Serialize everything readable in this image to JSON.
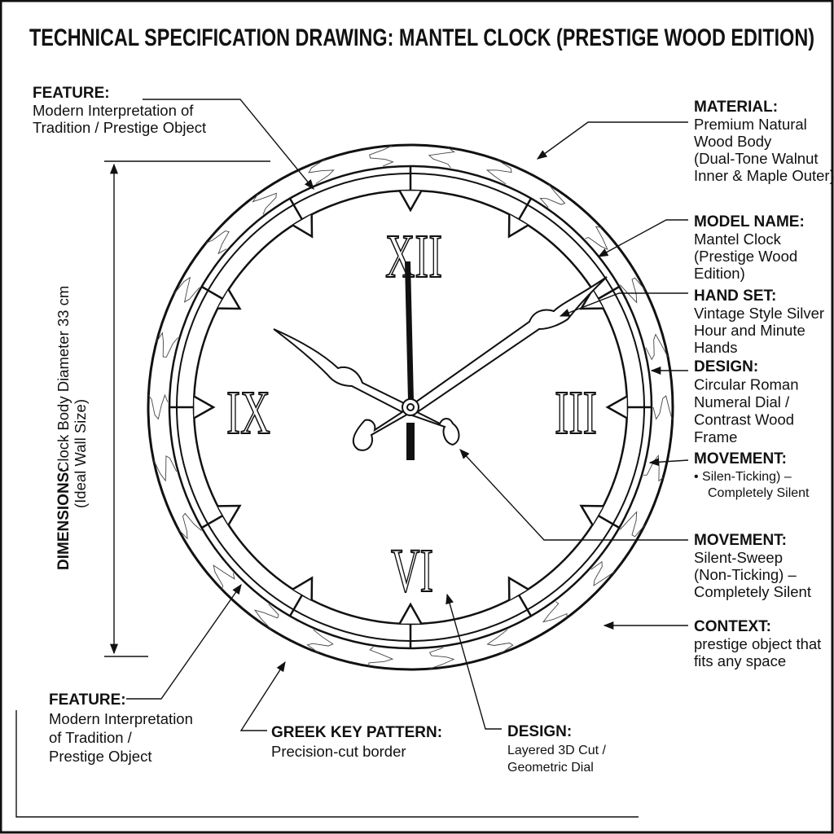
{
  "title": "TECHNICAL SPECIFICATION DRAWING: MANTEL CLOCK (PRESTIGE WOOD EDITION)",
  "numerals": [
    "XII",
    "III",
    "VI",
    "IX"
  ],
  "callouts": {
    "feature_top": {
      "heading": "FEATURE:",
      "lines": [
        "Modern Interpretation of",
        "Tradition / Prestige Object"
      ]
    },
    "material": {
      "heading": "MATERIAL:",
      "lines": [
        "Premium Natural",
        "Wood Body",
        "(Dual-Tone Walnut",
        "Inner & Maple Outer)"
      ]
    },
    "model_name": {
      "heading": "MODEL NAME:",
      "lines": [
        "Mantel Clock",
        "(Prestige Wood",
        "Edition)"
      ]
    },
    "hand_set": {
      "heading": "HAND SET:",
      "lines": [
        "Vintage Style Silver",
        "Hour and Minute",
        "Hands"
      ]
    },
    "design_right": {
      "heading": "DESIGN:",
      "lines": [
        "Circular Roman",
        "Numeral Dial /",
        "Contrast Wood",
        "Frame"
      ]
    },
    "movement_1": {
      "heading": "MOVEMENT:",
      "lines": [
        "•  Silen-Ticking) –",
        "Completely Silent"
      ]
    },
    "movement_2": {
      "heading": "MOVEMENT:",
      "lines": [
        "Silent-Sweep",
        "(Non-Ticking) –",
        "Completely Silent"
      ]
    },
    "context": {
      "heading": "CONTEXT:",
      "lines": [
        "prestige object that",
        "fits any space"
      ]
    },
    "dimensions": {
      "heading": "DIMENSIONS:",
      "lines": [
        "Clock Body Diameter 33 cm",
        "(Ideal Wall Size)"
      ]
    },
    "feature_bottom": {
      "heading": "FEATURE:",
      "lines": [
        "Modern Interpretation",
        "of Tradition /",
        "Prestige Object"
      ]
    },
    "greek_key": {
      "heading": "GREEK KEY PATTERN:",
      "lines": [
        "Precision-cut border"
      ]
    },
    "design_bottom": {
      "heading": "DESIGN:",
      "lines": [
        "Layered 3D Cut /",
        "Geometric Dial"
      ]
    }
  }
}
